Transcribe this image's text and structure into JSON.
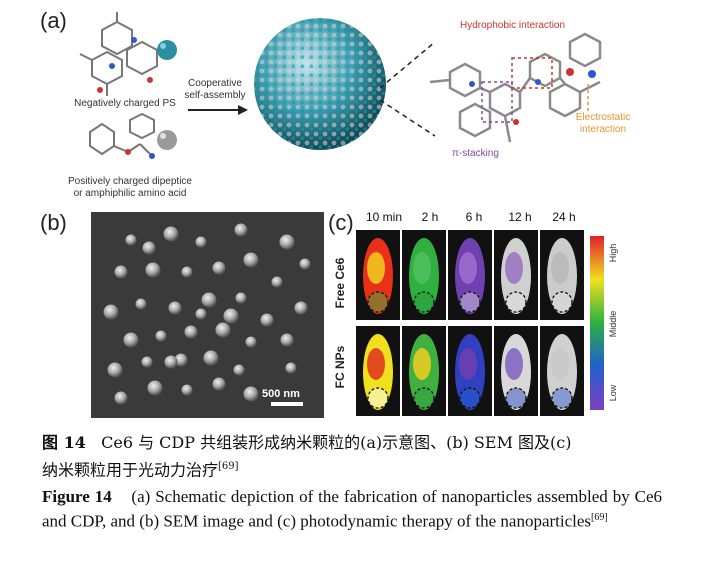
{
  "panel_a": {
    "label": "(a)",
    "ps_label": "Negatively charged PS",
    "dipeptide_label_line1": "Positively charged dipeptice",
    "dipeptide_label_line2": "or amphiphilic amino acid",
    "arrow_label_line1": "Cooperative",
    "arrow_label_line2": "self-assembly",
    "hydrophobic": "Hydrophobic interaction",
    "electrostatic_line1": "Electrostatic",
    "electrostatic_line2": "interaction",
    "pi_stacking": "π-stacking"
  },
  "panel_b": {
    "label": "(b)",
    "scale_bar": "500 nm"
  },
  "panel_c": {
    "label": "(c)",
    "times": [
      "10 min",
      "2 h",
      "6 h",
      "12 h",
      "24 h"
    ],
    "row1": "Free Ce6",
    "row2": "FC NPs",
    "scale_high": "High",
    "scale_middle": "Middle",
    "scale_low": "Low"
  },
  "caption": {
    "cn_label": "图 14",
    "cn_text": "Ce6 与 CDP 共组装形成纳米颗粒的(a)示意图、(b) SEM 图及(c)",
    "cn_text2": "纳米颗粒用于光动力治疗",
    "cn_ref": "[69]",
    "en_label": "Figure 14",
    "en_text": "(a) Schematic depiction of the fabrication of nanoparticles assembled by Ce6 and CDP, and (b) SEM image and (c) photodynamic therapy of the nanoparticles",
    "en_ref": "[69]"
  },
  "colors": {
    "teal_sphere": "#2a8fa0",
    "grey_sphere": "#9a9a9a",
    "hydrophobic_red": "#c0392b",
    "electrostatic_orange": "#e8962a",
    "pi_purple": "#7d4ba0"
  }
}
